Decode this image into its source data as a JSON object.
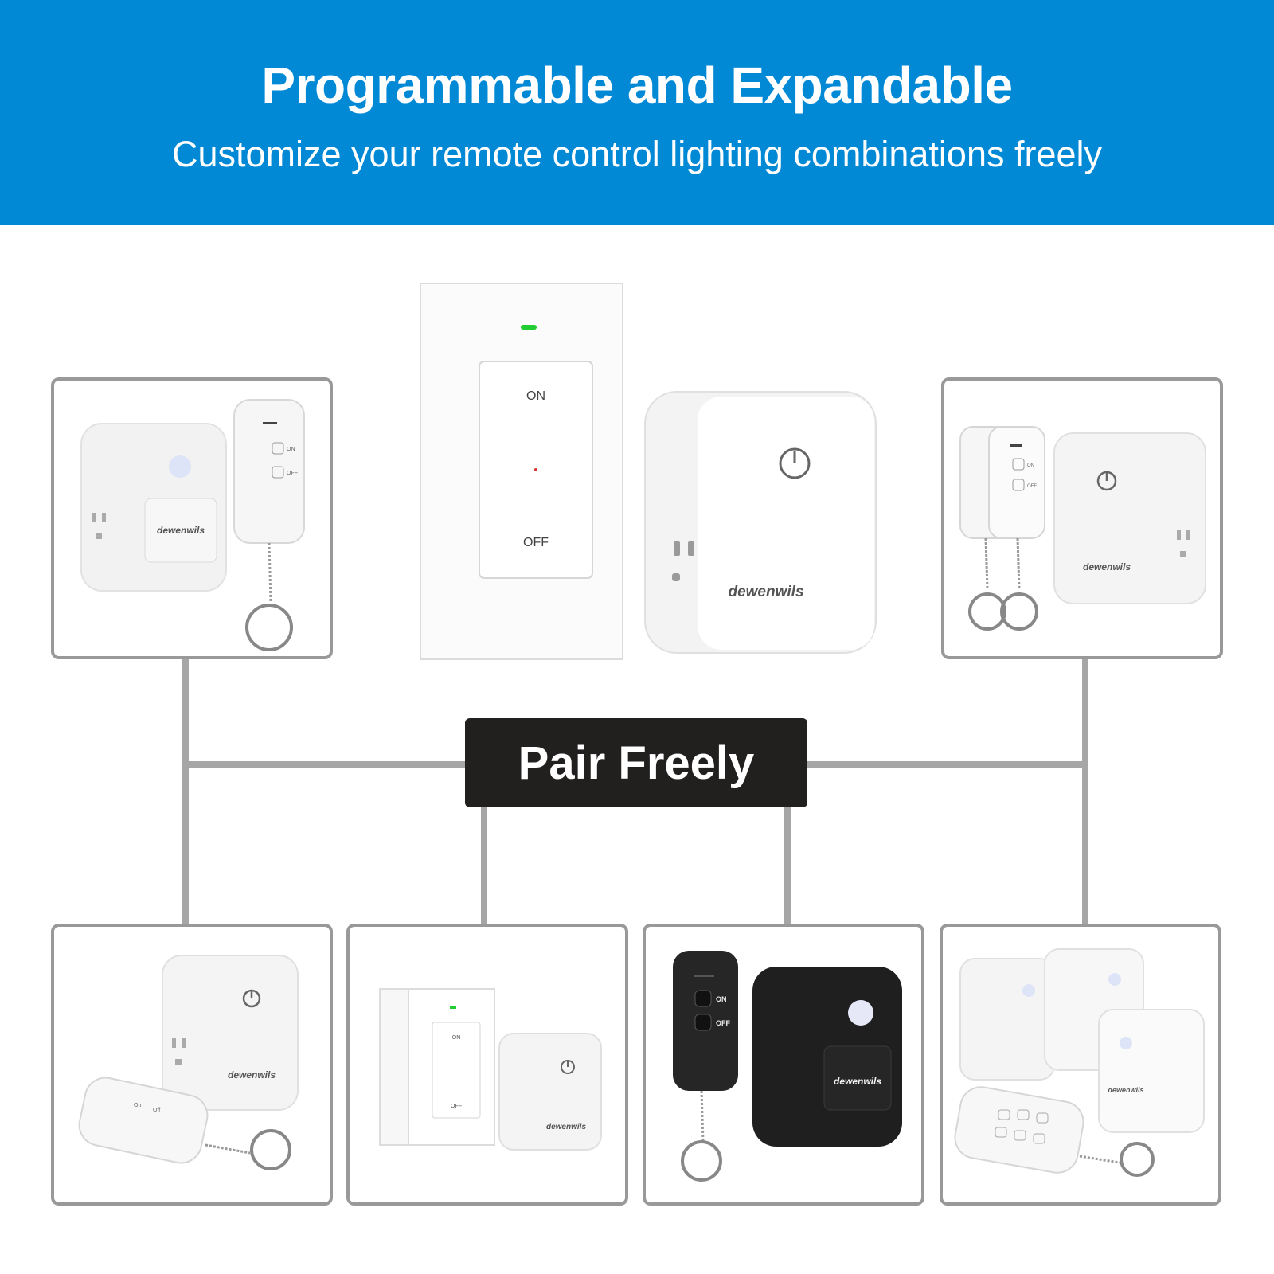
{
  "header": {
    "title": "Programmable and Expandable",
    "subtitle": "Customize your remote control lighting combinations freely"
  },
  "center_label": "Pair Freely",
  "brand": "dewenwils",
  "labels": {
    "on_upper": "ON",
    "off_upper": "OFF",
    "on_short": "On",
    "off_short": "Off"
  },
  "colors": {
    "banner_blue": "#0289d6",
    "badge_dark": "#221f1f",
    "connector_gray": "#a6a6a6",
    "led_green": "#22cc33"
  }
}
